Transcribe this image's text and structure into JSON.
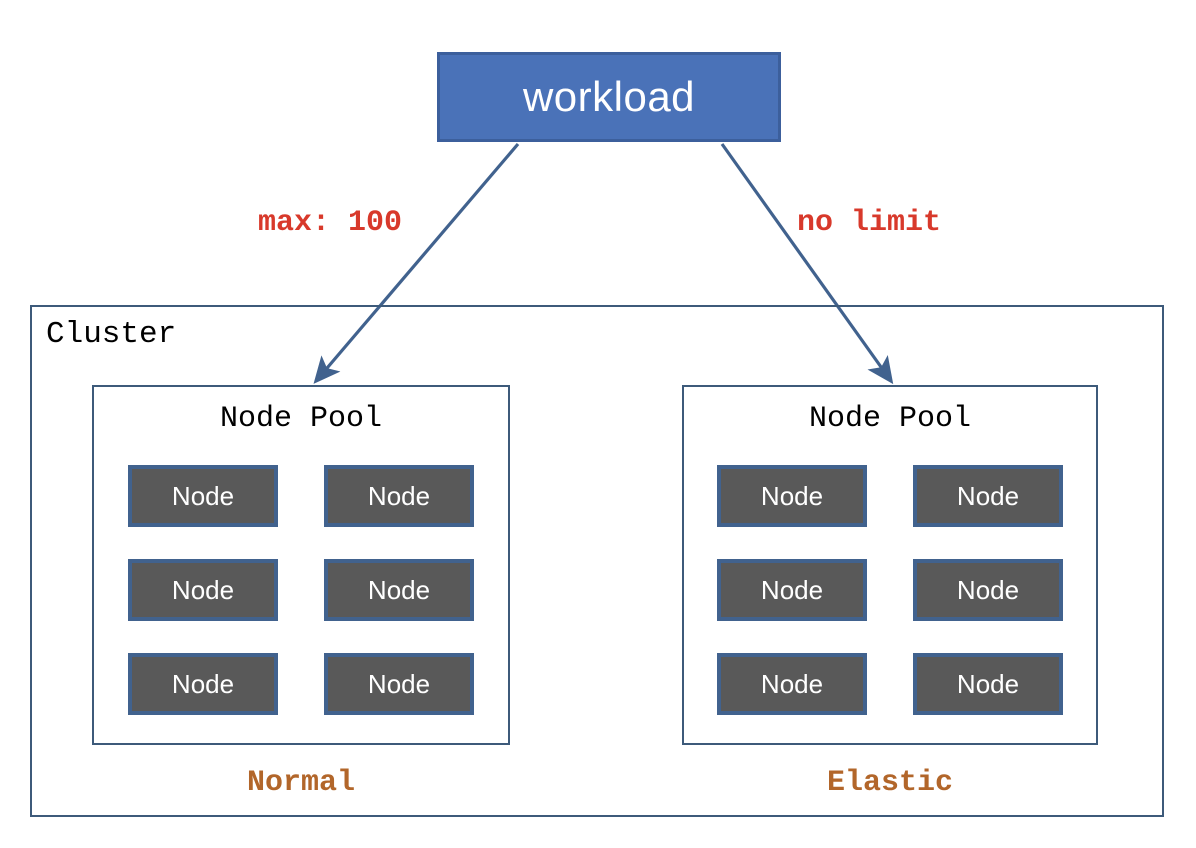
{
  "diagram": {
    "workload": {
      "label": "workload"
    },
    "edges": [
      {
        "name": "max-limit-edge",
        "label": "max: 100"
      },
      {
        "name": "no-limit-edge",
        "label": "no limit"
      }
    ],
    "cluster": {
      "title": "Cluster",
      "pools": [
        {
          "title": "Node Pool",
          "caption": "Normal",
          "nodes": [
            {
              "label": "Node"
            },
            {
              "label": "Node"
            },
            {
              "label": "Node"
            },
            {
              "label": "Node"
            },
            {
              "label": "Node"
            },
            {
              "label": "Node"
            }
          ]
        },
        {
          "title": "Node Pool",
          "caption": "Elastic",
          "nodes": [
            {
              "label": "Node"
            },
            {
              "label": "Node"
            },
            {
              "label": "Node"
            },
            {
              "label": "Node"
            },
            {
              "label": "Node"
            },
            {
              "label": "Node"
            }
          ]
        }
      ]
    },
    "colors": {
      "workload_fill": "#4a72b8",
      "workload_border": "#3c5f9c",
      "edge_label": "#d8392b",
      "frame_border": "#3d5a7a",
      "node_fill": "#595959",
      "node_border": "#41628e",
      "caption": "#b2662a",
      "arrow": "#41628e",
      "background": "#ffffff"
    }
  }
}
